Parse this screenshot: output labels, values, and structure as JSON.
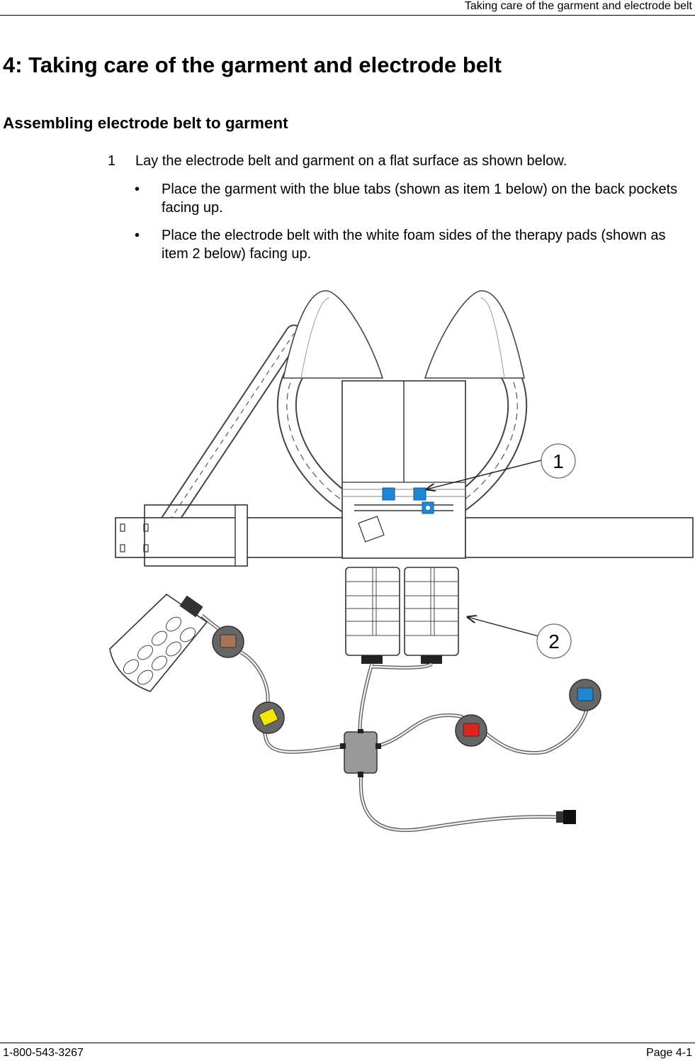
{
  "running_header": "Taking care of the garment and electrode belt",
  "chapter_title": "4: Taking care of the garment and electrode belt",
  "section_title": "Assembling electrode belt to garment",
  "step": {
    "number": "1",
    "text": "Lay the electrode belt and garment on a flat surface as shown below."
  },
  "bullets": [
    {
      "text": "Place the garment with the blue tabs (shown as item 1 below) on the back pockets facing up."
    },
    {
      "text": "Place the electrode belt with the white foam sides of the therapy pads (shown as item 2 below) facing up."
    }
  ],
  "bullet_symbol": "•",
  "figure": {
    "callouts": [
      "1",
      "2"
    ],
    "colors": {
      "tab_blue": "#1e88d6",
      "electrode_brown": "#a57555",
      "electrode_yellow": "#f5e800",
      "electrode_red": "#e0231c",
      "electrode_blue": "#1e88d6"
    }
  },
  "footer": {
    "phone": "1-800-543-3267",
    "page": "Page 4-1"
  }
}
